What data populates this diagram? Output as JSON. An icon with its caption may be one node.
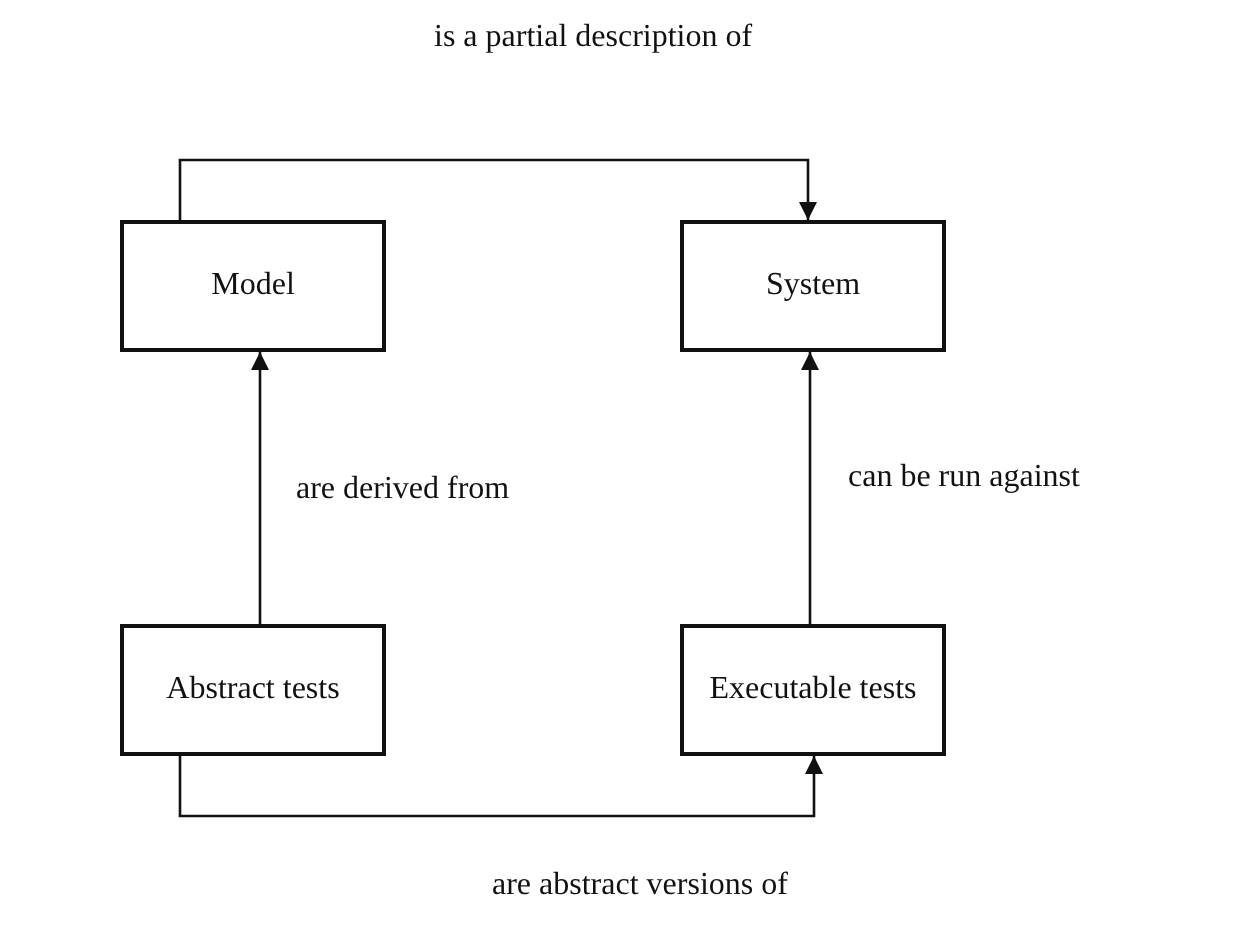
{
  "diagram": {
    "nodes": [
      {
        "text": [
          "Model"
        ]
      },
      {
        "text": [
          "System"
        ]
      },
      {
        "text": [
          "Abstract tests"
        ]
      },
      {
        "text": [
          "Executable tests"
        ]
      }
    ],
    "edges": [
      {
        "from": 0,
        "to": 1,
        "arrow": "to",
        "label": "is a partial description of"
      },
      {
        "from": 2,
        "to": 0,
        "arrow": "to",
        "label": "are derived from"
      },
      {
        "from": 3,
        "to": 1,
        "arrow": "to",
        "label": "can be run against"
      },
      {
        "from": 2,
        "to": 3,
        "arrow": "to",
        "label": "are abstract versions of"
      }
    ]
  }
}
